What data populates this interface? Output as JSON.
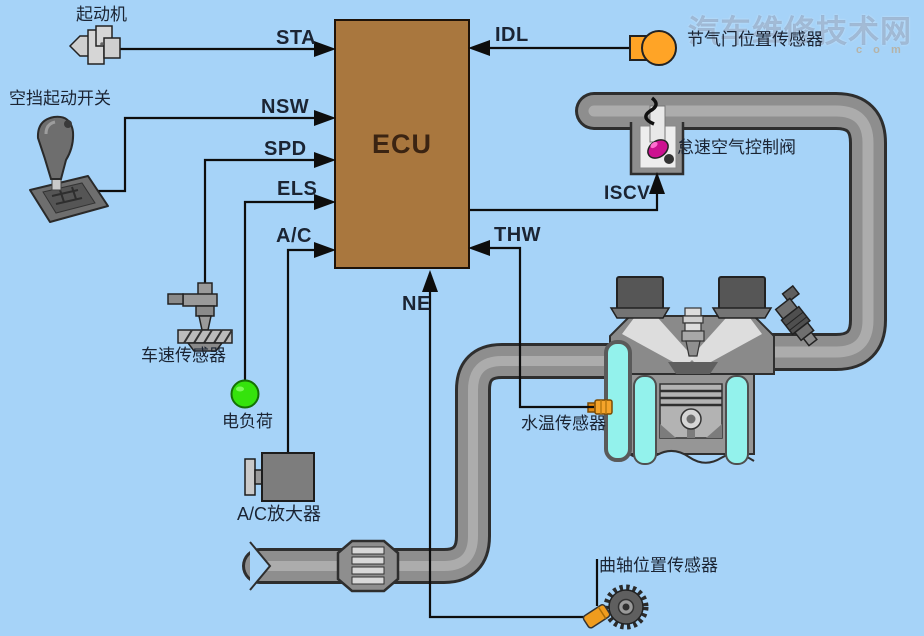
{
  "ecu": {
    "label": "ECU"
  },
  "signals": {
    "sta": "STA",
    "nsw": "NSW",
    "spd": "SPD",
    "els": "ELS",
    "ac": "A/C",
    "idl": "IDL",
    "iscv": "ISCV",
    "thw": "THW",
    "ne": "NE"
  },
  "components": {
    "starter": "起动机",
    "neutral_start_switch": "空挡起动开关",
    "vehicle_speed_sensor": "车速传感器",
    "electrical_load": "电负荷",
    "ac_amplifier": "A/C放大器",
    "throttle_position_sensor": "节气门位置传感器",
    "idle_air_control_valve": "怠速空气控制阀",
    "water_temp_sensor": "水温传感器",
    "crankshaft_position_sensor": "曲轴位置传感器"
  },
  "watermark": {
    "text": "汽车维修技术网",
    "sub": "c o m"
  },
  "colors": {
    "background": "#a6d3f8",
    "ecu_fill": "#a9773e",
    "ecu_text": "#3b2412",
    "wire": "#0d0d0d",
    "label_text": "#1b2433",
    "pipe_gray": "#8e8e8e",
    "coolant_cyan": "#93f2ec",
    "sensor_orange": "#ffa426",
    "valve_magenta": "#cc1190",
    "load_green": "#35e30c"
  }
}
